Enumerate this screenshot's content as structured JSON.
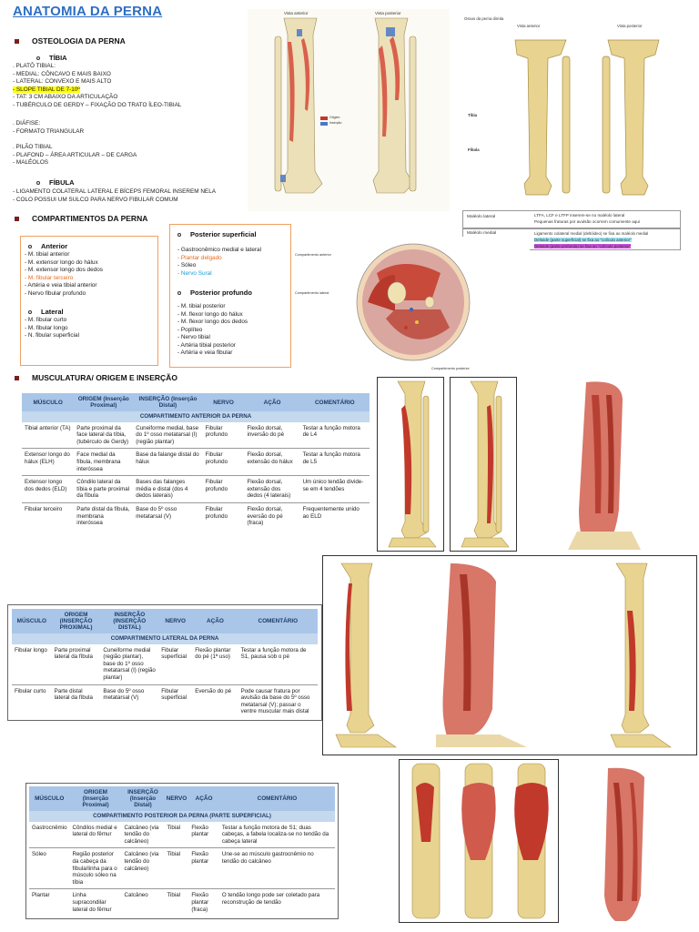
{
  "title": "ANATOMIA DA PERNA",
  "osteology": {
    "heading": "OSTEOLOGIA DA PERNA",
    "tibia_label": "TÍBIA",
    "plato_title": ". PLATÔ TIBIAL:",
    "plato_items": [
      "- MEDIAL: CÔNCAVO E MAIS BAIXO",
      "- LATERAL: CONVEXO E MAIS ALTO",
      "- SLOPE TIBIAL DE 7-10º",
      "- TAT: 3 CM ABAIXO DA ARTICULAÇÃO",
      "- TUBÉRCULO DE GERDY – FIXAÇÃO DO TRATO ÍLEO-TIBIAL"
    ],
    "diafise_title": ". DIÁFISE:",
    "diafise_items": [
      "- FORMATO TRIANGULAR"
    ],
    "pilao_title": ". PILÃO TIBIAL",
    "pilao_items": [
      "- PLAFOND – ÁREA ARTICULAR – DE CARGA",
      "- MALÉOLOS"
    ],
    "fibula_label": "FÍBULA",
    "fibula_items": [
      "- LIGAMENTO COLATERAL LATERAL E BÍCEPS FEMORAL INSEREM NELA",
      "- COLO POSSUI UM SULCO PARA NERVO FIBULAR COMUM"
    ]
  },
  "compartments": {
    "heading": "COMPARTIMENTOS DA PERNA",
    "anterior_label": "Anterior",
    "anterior_items": [
      "- M. tibial anterior",
      "- M. extensor longo do hálux",
      "- M. extensor longo dos dedos",
      "- M. fibular terceiro",
      "- Artéria e veia tibial anterior",
      "- Nervo fibular profundo"
    ],
    "lateral_label": "Lateral",
    "lateral_items": [
      "- M. fibular curto",
      "- M. fibular longo",
      "- N. fibular superficial"
    ],
    "post_sup_label": "Posterior superficial",
    "post_sup_items": [
      "- Gastrocnêmico medial e lateral",
      "- Plantar delgado",
      "- Sóleo",
      "- Nervo Sural"
    ],
    "post_deep_label": "Posterior profundo",
    "post_deep_items": [
      "- M. tibial posterior",
      "- M. flexor longo do hálux",
      "- M. flexor longo dos dedos",
      "- Poplíteo",
      "- Nervo tibial",
      "- Artéria tibial posterior",
      "- Artéria e veia fibular"
    ]
  },
  "muscle_heading": "MUSCULATURA/ ORIGEM E INSERÇÃO",
  "table_anterior": {
    "headers": [
      "MÚSCULO",
      "ORIGEM (Inserção Proximal)",
      "INSERÇÃO (Inserção Distal)",
      "NERVO",
      "AÇÃO",
      "COMENTÁRIO"
    ],
    "band": "COMPARTIMENTO ANTERIOR DA PERNA",
    "rows": [
      [
        "Tibial anterior (TA)",
        "Parte proximal da face lateral da tíbia, (tubérculo de Gerdy)",
        "Cuneiforme medial, base do 1º osso metatarsal (I) (região plantar)",
        "Fibular profundo",
        "Flexão dorsal, inversão do pé",
        "Testar a função motora de L4"
      ],
      [
        "Extensor longo do hálux (ELH)",
        "Face medial da fíbula, membrana interóssea",
        "Base da falange distal do hálux",
        "Fibular profundo",
        "Flexão dorsal, extensão do hálux",
        "Testar a função motora de L5"
      ],
      [
        "Extensor longo dos dedos (ELD)",
        "Côndilo lateral da tíbia e parte proximal da fíbula",
        "Bases das falanges média e distal (dos 4 dedos laterais)",
        "Fibular profundo",
        "Flexão dorsal, extensão dos dedos (4 laterais)",
        "Um único tendão divide-se em 4 tendões"
      ],
      [
        "Fibular terceiro",
        "Parte distal da fíbula, membrana interóssea",
        "Base do 5º osso metatarsal (V)",
        "Fibular profundo",
        "Flexão dorsal, eversão do pé (fraca)",
        "Frequentemente unido ao ELD"
      ]
    ]
  },
  "table_lateral": {
    "headers": [
      "MÚSCULO",
      "ORIGEM (INSERÇÃO PROXIMAL)",
      "INSERÇÃO (INSERÇÃO DISTAL)",
      "NERVO",
      "AÇÃO",
      "COMENTÁRIO"
    ],
    "band": "COMPARTIMENTO LATERAL DA PERNA",
    "rows": [
      [
        "Fibular longo",
        "Parte proximal lateral da fíbula",
        "Cuneiforme medial (região plantar), base do 1º osso metatarsal (I) (região plantar)",
        "Fibular superficial",
        "Flexão plantar do pé (1ª uso)",
        "Testar a função motora de S1, pausa sob o pé"
      ],
      [
        "Fibular curto",
        "Parte distal lateral da fíbula",
        "Base do 5º osso metatarsal (V)",
        "Fibular superficial",
        "Eversão do pé",
        "Pode causar fratura por avulsão da base do 5º osso metatarsal (V); passar o ventre muscular mais distal"
      ]
    ]
  },
  "table_posterior": {
    "headers": [
      "MÚSCULO",
      "ORIGEM (Inserção Proximal)",
      "INSERÇÃO (Inserção Distal)",
      "NERVO",
      "AÇÃO",
      "COMENTÁRIO"
    ],
    "band": "COMPARTIMENTO POSTERIOR DA PERNA (PARTE SUPERFICIAL)",
    "rows": [
      [
        "Gastrocnêmio",
        "Côndilos medial e lateral do fêmur",
        "Calcâneo (via tendão do calcâneo)",
        "Tibial",
        "Flexão plantar",
        "Testar a função motora de S1; duas cabeças, a fabela localiza-se no tendão da cabeça lateral"
      ],
      [
        "Sóleo",
        "Região posterior da cabeça da fíbula/linha para o músculo sóleo na tíbia",
        "Calcâneo (via tendão do calcâneo)",
        "Tibial",
        "Flexão plantar",
        "Une-se ao músculo gastrocnêmio no tendão do calcâneo"
      ],
      [
        "Plantar",
        "Linha supracondilar lateral do fêmur",
        "Calcâneo",
        "Tibial",
        "Flexão plantar (fraca)",
        "O tendão longo pode ser coletado para reconstrução de tendão"
      ]
    ]
  },
  "fibula_notes": {
    "title": "Maléolo lateral",
    "items": [
      "LTFA, LCF e LTFP inserem-se no maléolo lateral",
      "Pequenas fraturas por avulsão ocorrem comumente aqui"
    ]
  },
  "tibia_notes": {
    "title": "Maléolo medial",
    "items": [
      "Ligamento colateral medial (deltóideo) se fixa ao maléolo medial",
      "Deltoide (parte superficial) se fixa ao \"colículo anterior\"",
      "Deltoide (parte profunda) se fixa ao \"colículo posterior\""
    ],
    "left": [
      "• \"Colículo anterior\"",
      "• \"Colículo posterior\""
    ]
  },
  "figure_labels": {
    "bone_fig_left": "Vista anterior",
    "bone_fig_right": "Vista posterior",
    "bone_fig2_left": "Vista anterior",
    "bone_fig2_right": "Vista posterior",
    "bone_fig2_header": "Ossos da perna direita",
    "tibia_label": "Tíbia",
    "fibula_label": "Fíbula",
    "cross_label": "Compartimento anterior",
    "cross_label2": "Compartimento lateral",
    "cross_label3": "Compartimento posterior",
    "legend_origin": "Origem",
    "legend_insert": "Inserção"
  },
  "colors": {
    "title": "#2f6fc4",
    "table_header": "#a9c6e8",
    "table_band": "#c4d8ee",
    "muscle": "#c0392b",
    "bone": "#e8d7a0",
    "box_border": "#f0a060"
  }
}
